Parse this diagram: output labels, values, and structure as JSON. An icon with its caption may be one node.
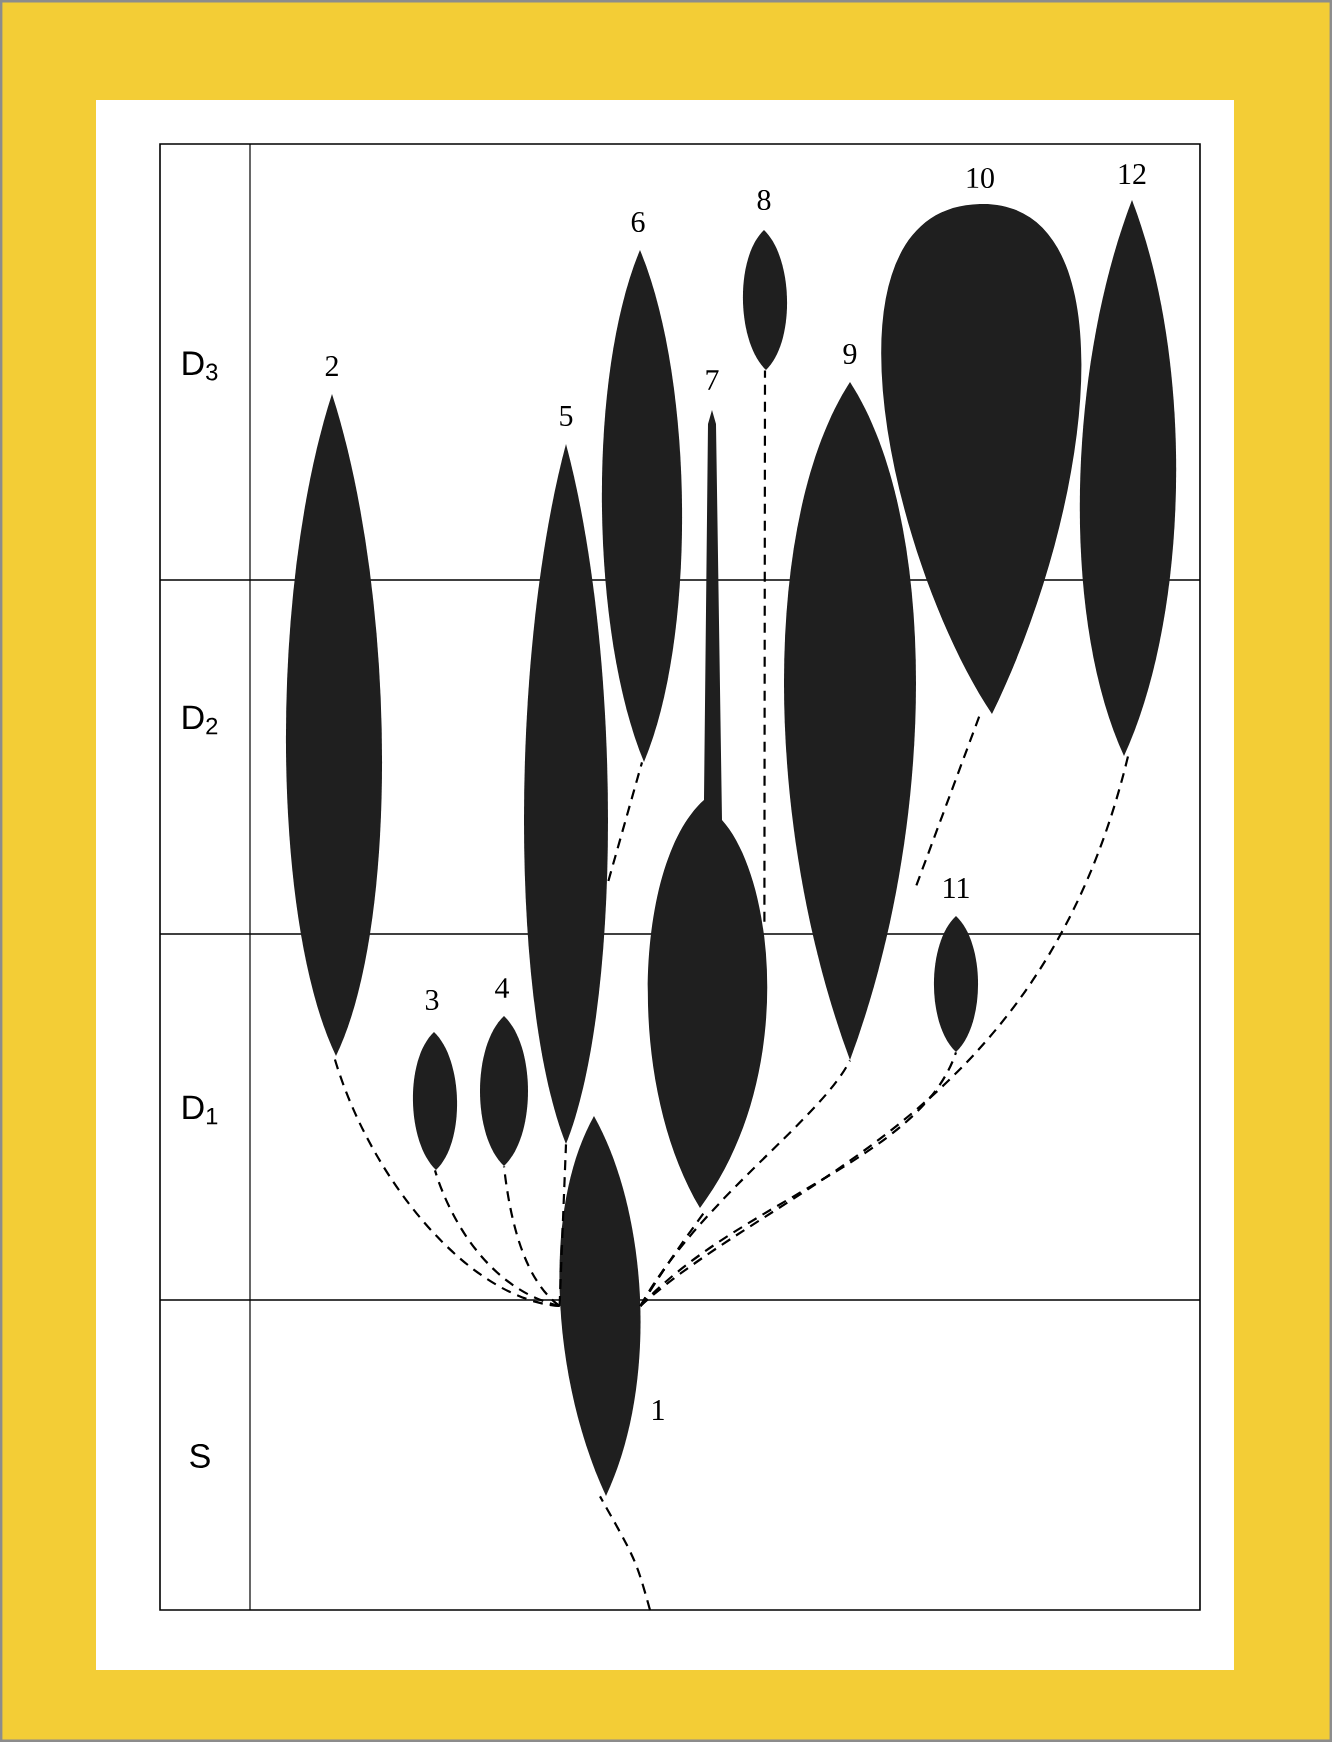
{
  "diagram": {
    "nodes": [
      {
        "text": [
          "1"
        ]
      },
      {
        "text": [
          "2"
        ]
      },
      {
        "text": [
          "3"
        ]
      },
      {
        "text": [
          "4"
        ]
      },
      {
        "text": [
          "5"
        ]
      },
      {
        "text": [
          "6"
        ]
      },
      {
        "text": [
          "7"
        ]
      },
      {
        "text": [
          "8"
        ]
      },
      {
        "text": [
          "9"
        ]
      },
      {
        "text": [
          "10"
        ]
      },
      {
        "text": [
          "11"
        ]
      },
      {
        "text": [
          "12"
        ]
      }
    ],
    "edges": [
      {
        "from": 0,
        "to": 1,
        "arrow": "none",
        "style": "dashed"
      },
      {
        "from": 0,
        "to": 2,
        "arrow": "none",
        "style": "dashed"
      },
      {
        "from": 0,
        "to": 3,
        "arrow": "none",
        "style": "dashed"
      },
      {
        "from": 0,
        "to": 4,
        "arrow": "none",
        "style": "dashed"
      },
      {
        "from": 4,
        "to": 5,
        "arrow": "none",
        "style": "dashed"
      },
      {
        "from": 0,
        "to": 6,
        "arrow": "none",
        "style": "dashed"
      },
      {
        "from": 6,
        "to": 7,
        "arrow": "none",
        "style": "dashed"
      },
      {
        "from": 0,
        "to": 8,
        "arrow": "none",
        "style": "dashed"
      },
      {
        "from": 8,
        "to": 9,
        "arrow": "none",
        "style": "dashed"
      },
      {
        "from": 0,
        "to": 10,
        "arrow": "none",
        "style": "dashed"
      },
      {
        "from": 0,
        "to": 11,
        "arrow": "none",
        "style": "dashed"
      },
      {
        "from": null,
        "to": 0,
        "arrow": "none",
        "style": "dashed"
      }
    ],
    "labels": [
      "D$_{3}$",
      "D$_{2}$",
      "D$_{1}$",
      "S"
    ]
  }
}
